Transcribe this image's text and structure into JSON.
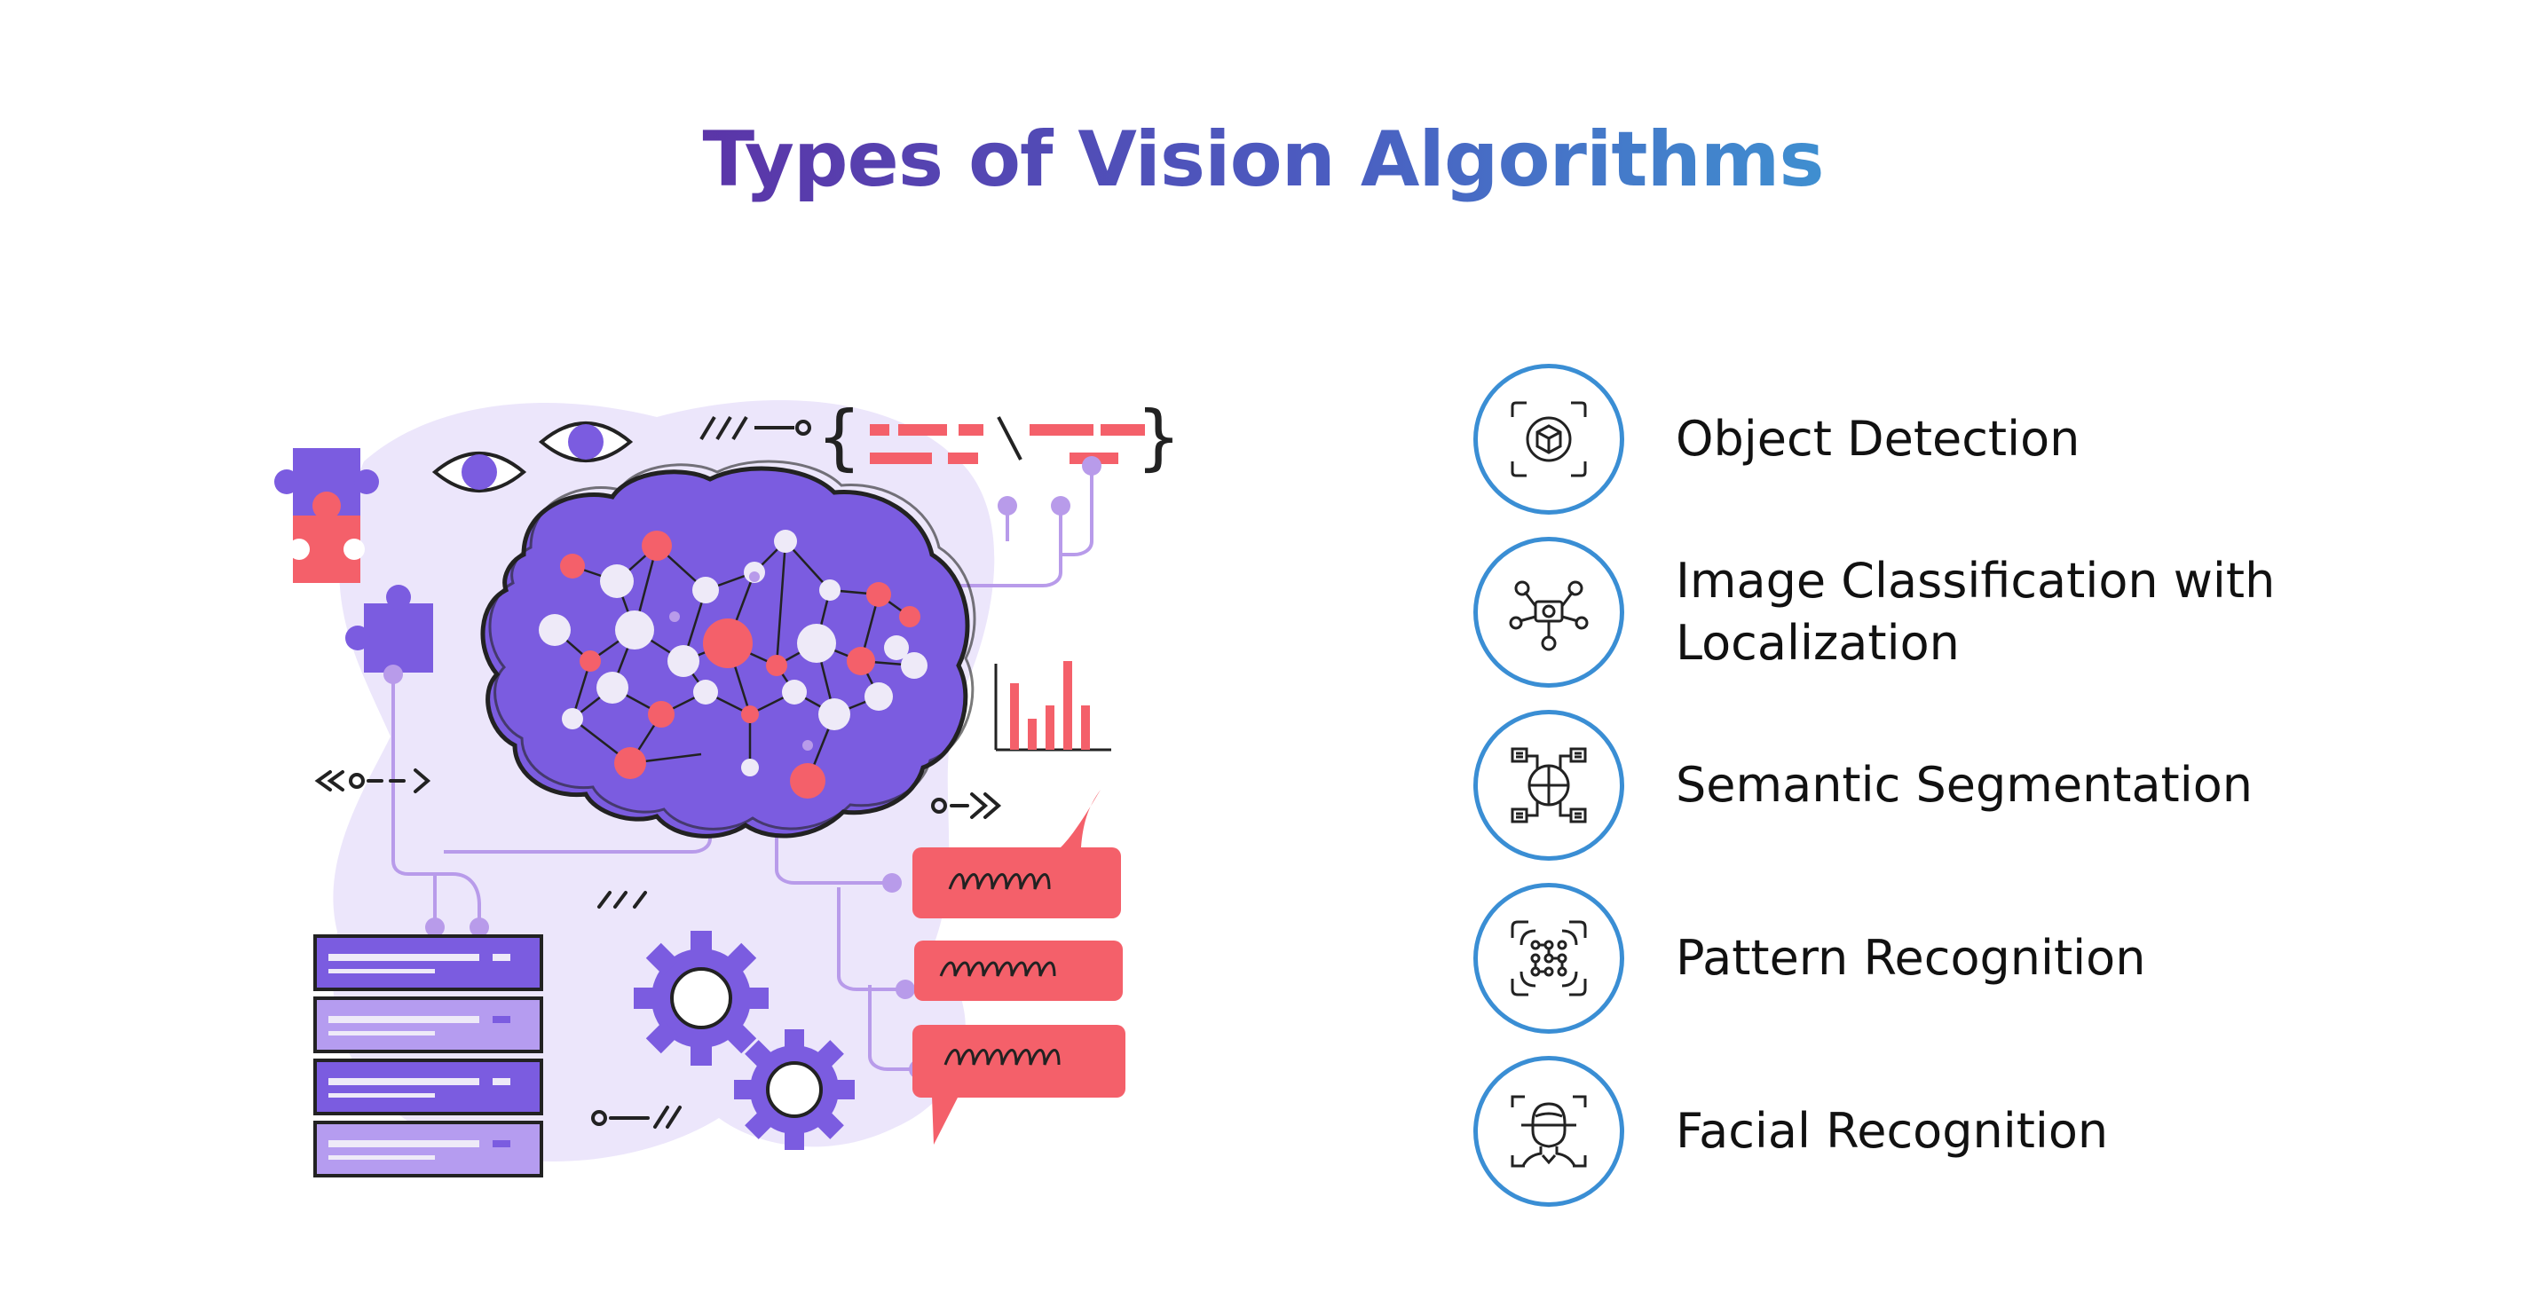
{
  "title": "Types of Vision Algorithms",
  "colors": {
    "title_gradient_start": "#5b35a8",
    "title_gradient_end": "#3f8fd0",
    "icon_ring": "#3a8ed4",
    "brain_purple": "#7b5ce0",
    "accent_red": "#f4606a",
    "lavender": "#ece6fb",
    "node_white": "#eeeaf8"
  },
  "algorithms": [
    {
      "label": "Object Detection",
      "icon": "cube-focus-icon"
    },
    {
      "label": "Image Classification with Localization",
      "icon": "network-nodes-icon"
    },
    {
      "label": "Semantic Segmentation",
      "icon": "segment-grid-icon"
    },
    {
      "label": "Pattern Recognition",
      "icon": "dot-pattern-scan-icon"
    },
    {
      "label": "Facial Recognition",
      "icon": "face-scan-icon"
    }
  ],
  "illustration_icons": [
    "brain-network-icon",
    "eye-icon",
    "puzzle-piece-icon",
    "server-rack-icon",
    "gear-icon",
    "chat-bubble-icon",
    "bar-chart-icon",
    "code-brackets-icon"
  ]
}
